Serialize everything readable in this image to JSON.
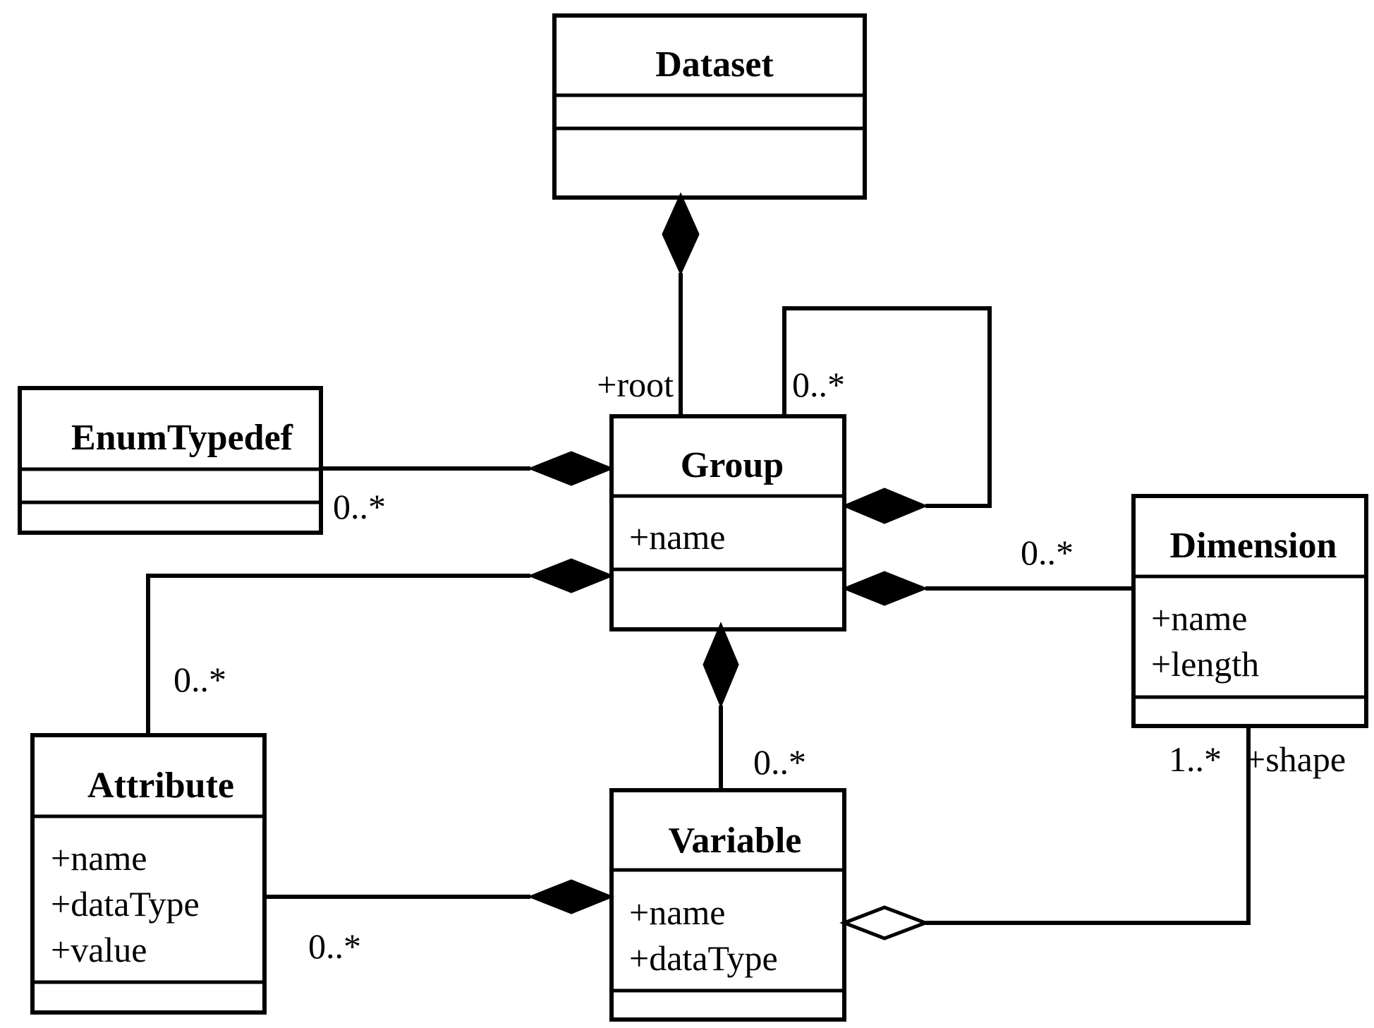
{
  "classes": {
    "dataset": {
      "name": "Dataset"
    },
    "group": {
      "name": "Group",
      "attributes": [
        "+name"
      ]
    },
    "enum_typedef": {
      "name": "EnumTypedef"
    },
    "dimension": {
      "name": "Dimension",
      "attributes": [
        "+name",
        "+length"
      ]
    },
    "attribute": {
      "name": "Attribute",
      "attributes": [
        "+name",
        "+dataType",
        "+value"
      ]
    },
    "variable": {
      "name": "Variable",
      "attributes": [
        "+name",
        "+dataType"
      ]
    }
  },
  "associations": {
    "dataset_group": {
      "role": "+root"
    },
    "group_self": {
      "multiplicity": "0..*"
    },
    "enum_group": {
      "multiplicity": "0..*"
    },
    "dimension_group": {
      "multiplicity": "0..*"
    },
    "attribute_group": {
      "multiplicity": "0..*"
    },
    "variable_group": {
      "multiplicity": "0..*"
    },
    "attribute_variable": {
      "multiplicity": "0..*"
    },
    "dimension_variable": {
      "multiplicity": "1..*",
      "role": "+shape"
    }
  }
}
